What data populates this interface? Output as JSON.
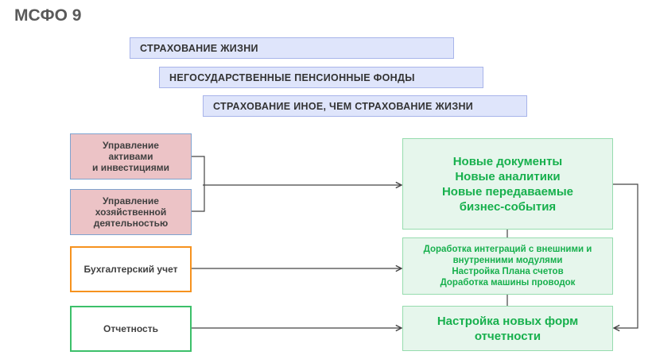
{
  "title": "МСФО 9",
  "bars": [
    "СТРАХОВАНИЕ ЖИЗНИ",
    "НЕГОСУДАРСТВЕННЫЕ ПЕНСИОННЫЕ ФОНДЫ",
    "СТРАХОВАНИЕ ИНОЕ, ЧЕМ СТРАХОВАНИЕ ЖИЗНИ"
  ],
  "left": [
    "Управление\nактивами\nи инвестициями",
    "Управление\nхозяйственной\nдеятельностью",
    "Бухгалтерский учет",
    "Отчетность"
  ],
  "right": [
    "Новые документы\nНовые аналитики\nНовые передаваемые\nбизнес-события",
    "Доработка интеграций с внешними и\nвнутренними модулями\nНастройка Плана счетов\nДоработка машины проводок",
    "Настройка новых форм\nотчетности"
  ]
}
